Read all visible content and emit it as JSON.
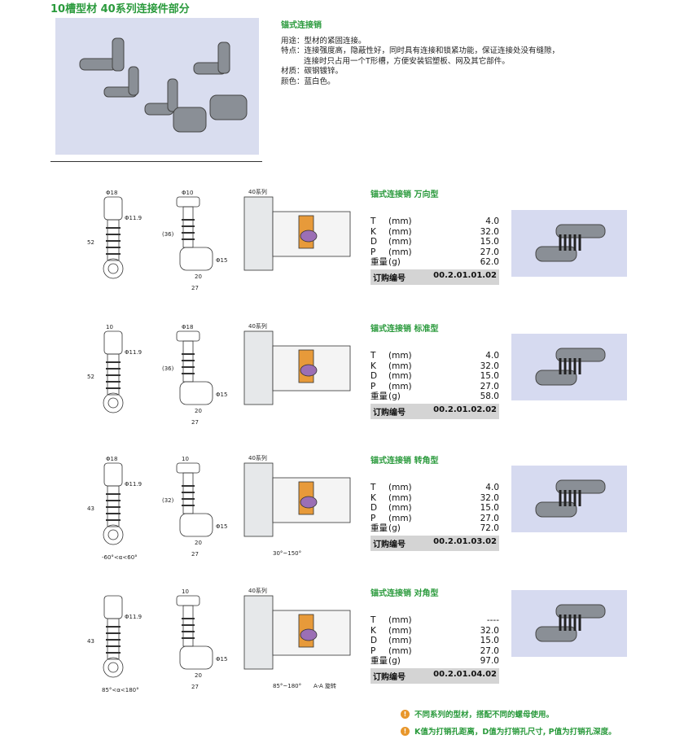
{
  "page_title": "10槽型材  40系列连接件部分",
  "description": {
    "heading": "锚式连接销",
    "usage": "用途：型材的紧固连接。",
    "features_1": "特点：连接强度高，隐蔽性好，同时具有连接和锁紧功能，保证连接处没有缝隙，",
    "features_2": "连接时只占用一个T形槽，方便安装铝塑板、网及其它部件。",
    "material": "材质：碳钢镀锌。",
    "color": "颜色：蓝白色。"
  },
  "products": [
    {
      "title": "锚式连接销  万向型",
      "rows": [
        {
          "k": "T",
          "u": "(mm)",
          "v": "4.0"
        },
        {
          "k": "K",
          "u": "(mm)",
          "v": "32.0"
        },
        {
          "k": "D",
          "u": "(mm)",
          "v": "15.0"
        },
        {
          "k": "P",
          "u": "(mm)",
          "v": "27.0"
        },
        {
          "k": "重量",
          "u": "(g)",
          "v": "62.0"
        }
      ],
      "order_label": "订购编号",
      "order": "00.2.01.01.02",
      "dims": {
        "a": "Φ18",
        "b": "Φ11.9",
        "c": "52",
        "d": "Φ10",
        "e": "(36)",
        "f": "Φ15",
        "g": "20",
        "h": "27",
        "s": "40系列"
      }
    },
    {
      "title": "锚式连接销  标准型",
      "rows": [
        {
          "k": "T",
          "u": "(mm)",
          "v": "4.0"
        },
        {
          "k": "K",
          "u": "(mm)",
          "v": "32.0"
        },
        {
          "k": "D",
          "u": "(mm)",
          "v": "15.0"
        },
        {
          "k": "P",
          "u": "(mm)",
          "v": "27.0"
        },
        {
          "k": "重量",
          "u": "(g)",
          "v": "58.0"
        }
      ],
      "order_label": "订购编号",
      "order": "00.2.01.02.02",
      "dims": {
        "a": "10",
        "b": "Φ11.9",
        "c": "52",
        "d": "Φ18",
        "e": "(36)",
        "f": "Φ15",
        "g": "20",
        "h": "27",
        "s": "40系列"
      }
    },
    {
      "title": "锚式连接销  转角型",
      "rows": [
        {
          "k": "T",
          "u": "(mm)",
          "v": "4.0"
        },
        {
          "k": "K",
          "u": "(mm)",
          "v": "32.0"
        },
        {
          "k": "D",
          "u": "(mm)",
          "v": "15.0"
        },
        {
          "k": "P",
          "u": "(mm)",
          "v": "27.0"
        },
        {
          "k": "重量",
          "u": "(g)",
          "v": "72.0"
        }
      ],
      "order_label": "订购编号",
      "order": "00.2.01.03.02",
      "dims": {
        "a": "Φ18",
        "b": "Φ11.9",
        "c": "43",
        "d": "10",
        "e": "(32)",
        "f": "Φ15",
        "g": "20",
        "h": "27",
        "s": "40系列",
        "angle": "-60°<α<60°",
        "angle2": "30°~150°"
      }
    },
    {
      "title": "锚式连接销  对角型",
      "rows": [
        {
          "k": "T",
          "u": "(mm)",
          "v": "----"
        },
        {
          "k": "K",
          "u": "(mm)",
          "v": "32.0"
        },
        {
          "k": "D",
          "u": "(mm)",
          "v": "15.0"
        },
        {
          "k": "P",
          "u": "(mm)",
          "v": "27.0"
        },
        {
          "k": "重量",
          "u": "(g)",
          "v": "97.0"
        }
      ],
      "order_label": "订购编号",
      "order": "00.2.01.04.02",
      "dims": {
        "a": "",
        "b": "Φ11.9",
        "c": "43",
        "d": "10",
        "e": "",
        "f": "Φ15",
        "g": "20",
        "h": "27",
        "s": "40系列",
        "angle": "85°<α<180°",
        "angle2": "85°~180°",
        "section": "A-A 旋转"
      }
    }
  ],
  "notes": [
    "不同系列的型材，搭配不同的螺母使用。",
    "K值为打销孔距离，D值为打销孔尺寸, P值为打销孔深度。"
  ],
  "colors": {
    "accent": "#2a9a3c",
    "photo_bg": "#d6daf0",
    "note_icon": "#e8962a"
  }
}
